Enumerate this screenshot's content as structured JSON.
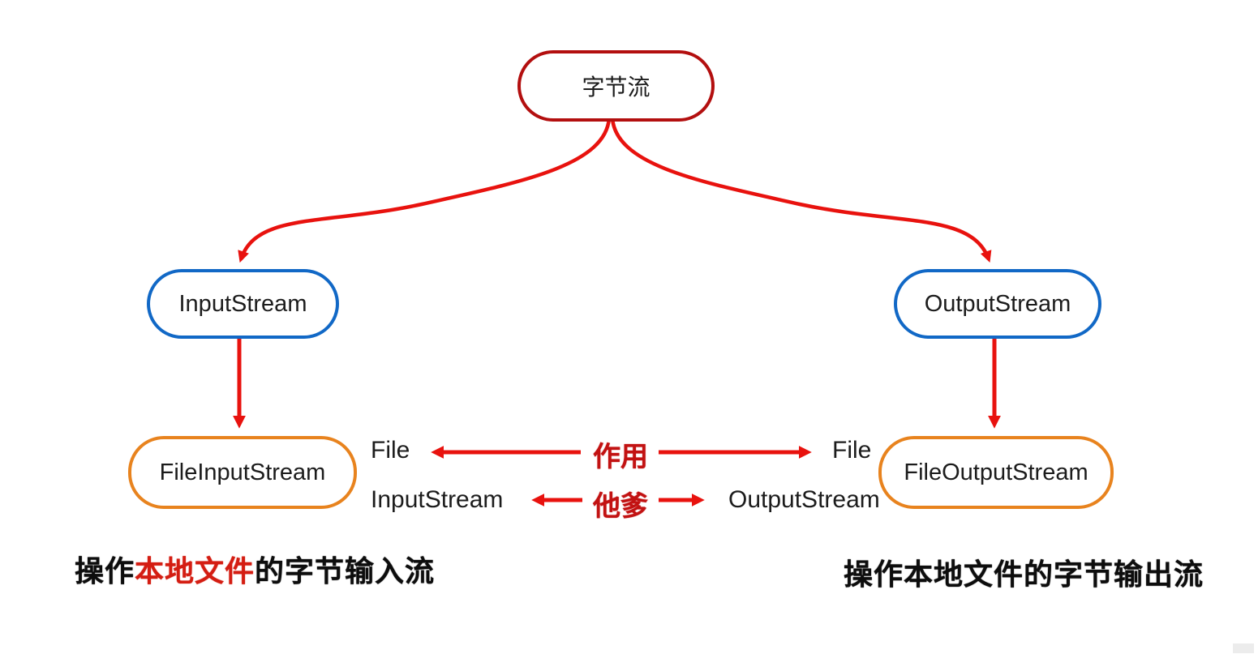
{
  "colors": {
    "arrow": "#e8120e",
    "root_border": "#b30f0f",
    "branch_border": "#1168c6",
    "leaf_border": "#e8831e",
    "relation_text": "#c21212",
    "node_text": "#1c1c1c",
    "caption_text": "#0d0d0d",
    "caption_highlight": "#d41d12"
  },
  "nodes": {
    "root": {
      "label": "字节流"
    },
    "input_stream": {
      "label": "InputStream"
    },
    "output_stream": {
      "label": "OutputStream"
    },
    "file_input_stream": {
      "label": "FileInputStream"
    },
    "file_output_stream": {
      "label": "FileOutputStream"
    }
  },
  "relations": [
    {
      "left": "File",
      "center": "作用",
      "right": "File"
    },
    {
      "left": "InputStream",
      "center": "他爹",
      "right": "OutputStream"
    }
  ],
  "captions": {
    "left": {
      "prefix": "操作",
      "highlight": "本地文件",
      "suffix": "的字节输入流"
    },
    "right": {
      "text": "操作本地文件的字节输出流"
    }
  }
}
